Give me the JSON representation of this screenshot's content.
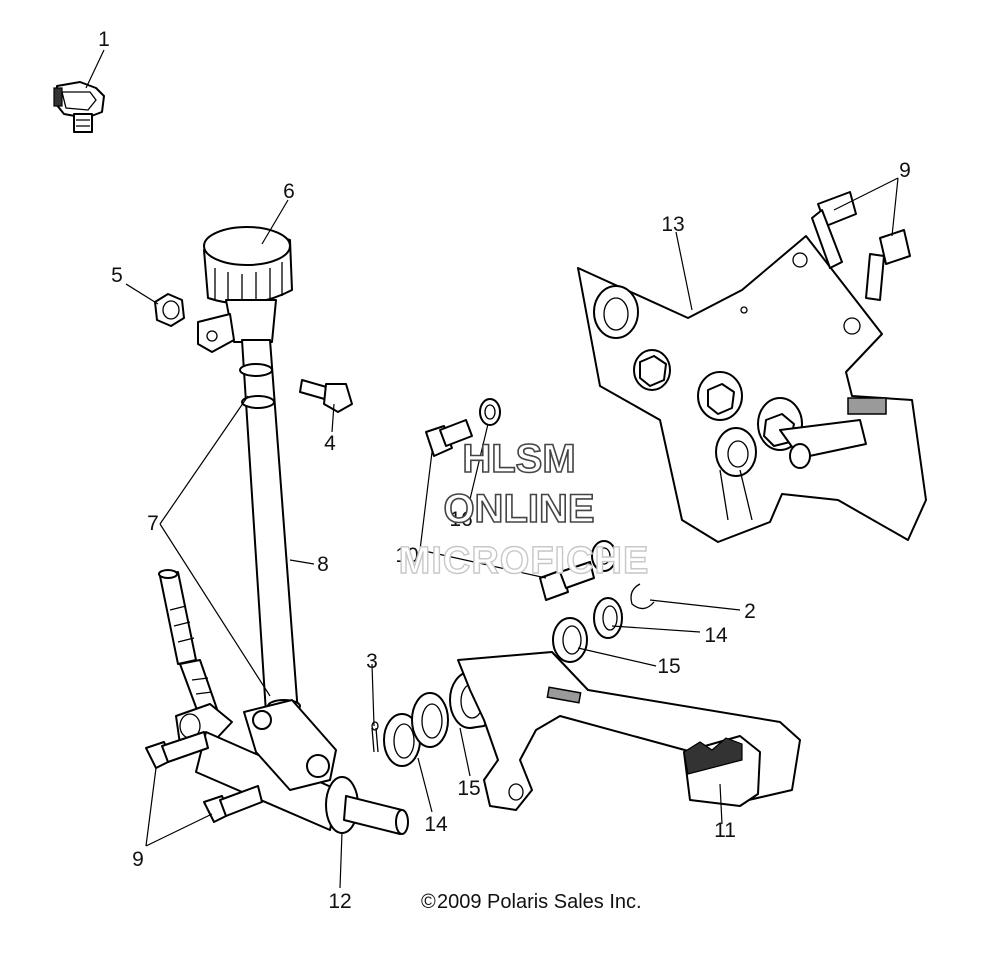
{
  "callouts": [
    "1",
    "2",
    "3",
    "4",
    "5",
    "6",
    "7",
    "8",
    "9",
    "9",
    "10",
    "11",
    "12",
    "13",
    "14",
    "14",
    "15",
    "15",
    "16"
  ],
  "watermark": {
    "line1": "HLSM",
    "line2": "ONLINE",
    "line3": "MICROFICHE"
  },
  "copyright": "2009 Polaris Sales Inc.",
  "copyright_symbol": "©"
}
